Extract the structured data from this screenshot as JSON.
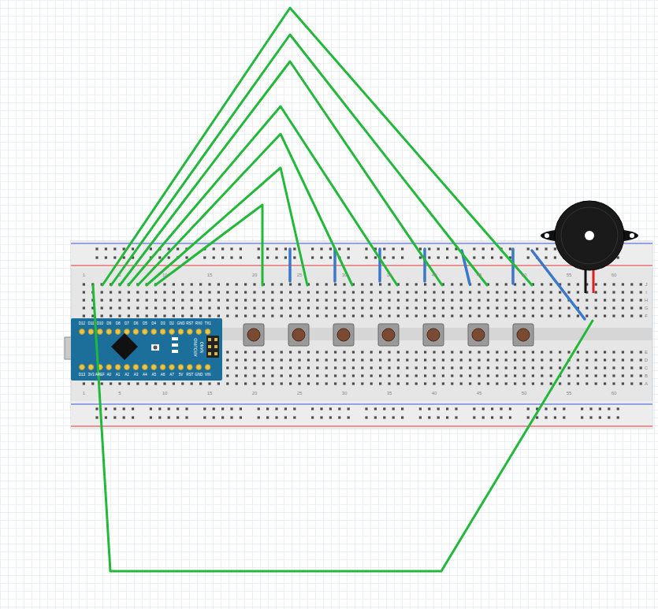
{
  "diagram": {
    "labels": [
      "1",
      "5",
      "10",
      "15",
      "20",
      "25",
      "30",
      "35",
      "40",
      "45",
      "50",
      "55",
      "60",
      "1",
      "5",
      "10",
      "15",
      "20",
      "25",
      "30",
      "35",
      "40",
      "45",
      "50",
      "55",
      "60",
      "J",
      "I",
      "H",
      "G",
      "F",
      "E",
      "D",
      "C",
      "B",
      "A",
      "D12",
      "D11",
      "D10",
      "D9",
      "D8",
      "D7",
      "D6",
      "D5",
      "D4",
      "D3",
      "D2",
      "GND",
      "RST",
      "RX0",
      "TX1",
      "D13",
      "3V3",
      "AREF",
      "A0",
      "A1",
      "A2",
      "A3",
      "A4",
      "A5",
      "A6",
      "A7",
      "5V",
      "RST",
      "GND",
      "VIN",
      "ARDUINO",
      "NANO"
    ]
  }
}
